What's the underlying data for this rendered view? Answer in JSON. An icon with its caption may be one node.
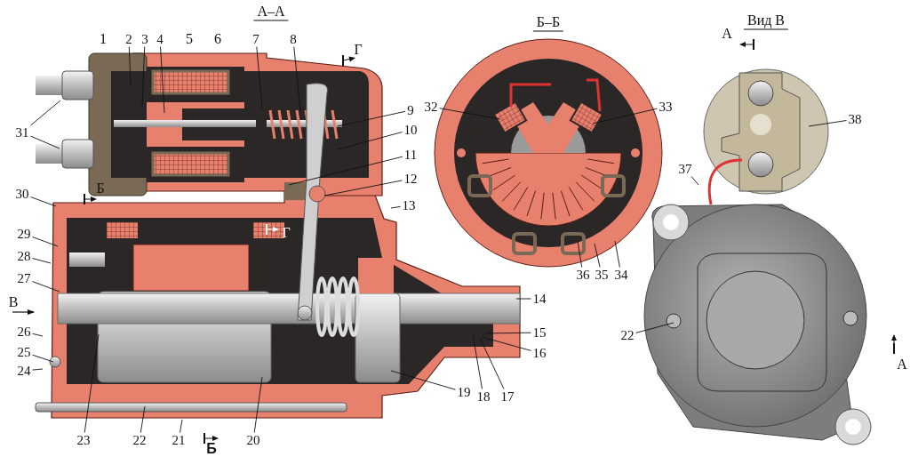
{
  "diagram": {
    "nodes": [
      {
        "text": [
          "2"
        ]
      },
      {
        "text": [
          "3"
        ]
      },
      {
        "text": [
          "4"
        ]
      },
      {
        "text": [
          "7"
        ]
      },
      {
        "text": [
          "8"
        ]
      },
      {
        "text": [
          "9"
        ]
      },
      {
        "text": [
          "10"
        ]
      },
      {
        "text": [
          "11"
        ]
      },
      {
        "text": [
          "12"
        ]
      },
      {
        "text": [
          "13"
        ]
      },
      {
        "text": [
          "14"
        ]
      },
      {
        "text": [
          "15"
        ]
      },
      {
        "text": [
          "16"
        ]
      },
      {
        "text": [
          "17"
        ]
      },
      {
        "text": [
          "18"
        ]
      },
      {
        "text": [
          "19"
        ]
      },
      {
        "text": [
          "20"
        ]
      },
      {
        "text": [
          "21"
        ]
      },
      {
        "text": [
          "22"
        ]
      },
      {
        "text": [
          "23"
        ]
      },
      {
        "text": [
          "24"
        ]
      },
      {
        "text": [
          "25"
        ]
      },
      {
        "text": [
          "26"
        ]
      },
      {
        "text": [
          "27"
        ]
      },
      {
        "text": [
          "28"
        ]
      },
      {
        "text": [
          "29"
        ]
      },
      {
        "text": [
          "30"
        ]
      },
      {
        "text": [
          "31"
        ]
      },
      {
        "text": [
          "32"
        ]
      },
      {
        "text": [
          "33"
        ]
      },
      {
        "text": [
          "34"
        ]
      },
      {
        "text": [
          "35"
        ]
      },
      {
        "text": [
          "36"
        ]
      },
      {
        "text": [
          "37"
        ]
      },
      {
        "text": [
          "38"
        ]
      },
      {
        "text": [
          "22"
        ]
      }
    ],
    "edges": [
      {
        "from": 0,
        "to": null,
        "arrow": "none"
      },
      {
        "from": 1,
        "to": null,
        "arrow": "none"
      },
      {
        "from": 2,
        "to": null,
        "arrow": "none"
      },
      {
        "from": 3,
        "to": null,
        "arrow": "none"
      },
      {
        "from": 4,
        "to": null,
        "arrow": "none"
      },
      {
        "from": 5,
        "to": null,
        "arrow": "none"
      },
      {
        "from": 6,
        "to": null,
        "arrow": "none"
      },
      {
        "from": 7,
        "to": null,
        "arrow": "none"
      },
      {
        "from": 8,
        "to": null,
        "arrow": "none"
      },
      {
        "from": 9,
        "to": null,
        "arrow": "none"
      },
      {
        "from": 10,
        "to": null,
        "arrow": "none"
      },
      {
        "from": 11,
        "to": null,
        "arrow": "none"
      },
      {
        "from": 12,
        "to": null,
        "arrow": "none"
      },
      {
        "from": 13,
        "to": null,
        "arrow": "none"
      },
      {
        "from": 14,
        "to": null,
        "arrow": "none"
      },
      {
        "from": 15,
        "to": null,
        "arrow": "none"
      },
      {
        "from": 16,
        "to": null,
        "arrow": "none"
      },
      {
        "from": 17,
        "to": null,
        "arrow": "none"
      },
      {
        "from": 18,
        "to": null,
        "arrow": "none"
      },
      {
        "from": 19,
        "to": null,
        "arrow": "none"
      },
      {
        "from": 20,
        "to": null,
        "arrow": "none"
      },
      {
        "from": 21,
        "to": null,
        "arrow": "none"
      },
      {
        "from": 22,
        "to": null,
        "arrow": "none"
      },
      {
        "from": 23,
        "to": null,
        "arrow": "none"
      },
      {
        "from": 24,
        "to": null,
        "arrow": "none"
      },
      {
        "from": 25,
        "to": null,
        "arrow": "none"
      },
      {
        "from": 26,
        "to": null,
        "arrow": "none"
      },
      {
        "from": 27,
        "to": null,
        "arrow": "none"
      },
      {
        "from": 27,
        "to": null,
        "arrow": "none"
      },
      {
        "from": 28,
        "to": null,
        "arrow": "none"
      },
      {
        "from": 29,
        "to": null,
        "arrow": "none"
      },
      {
        "from": 30,
        "to": null,
        "arrow": "none"
      },
      {
        "from": 31,
        "to": null,
        "arrow": "none"
      },
      {
        "from": 32,
        "to": null,
        "arrow": "none"
      },
      {
        "from": 33,
        "to": null,
        "arrow": "none"
      },
      {
        "from": 34,
        "to": null,
        "arrow": "none"
      },
      {
        "from": 35,
        "to": null,
        "arrow": "none"
      }
    ],
    "labels": [
      "А–А",
      "Б–Б",
      "Вид В",
      "1",
      "5",
      "6",
      "А",
      "Г",
      "Б",
      "Г",
      "В",
      "Б",
      "А"
    ]
  }
}
